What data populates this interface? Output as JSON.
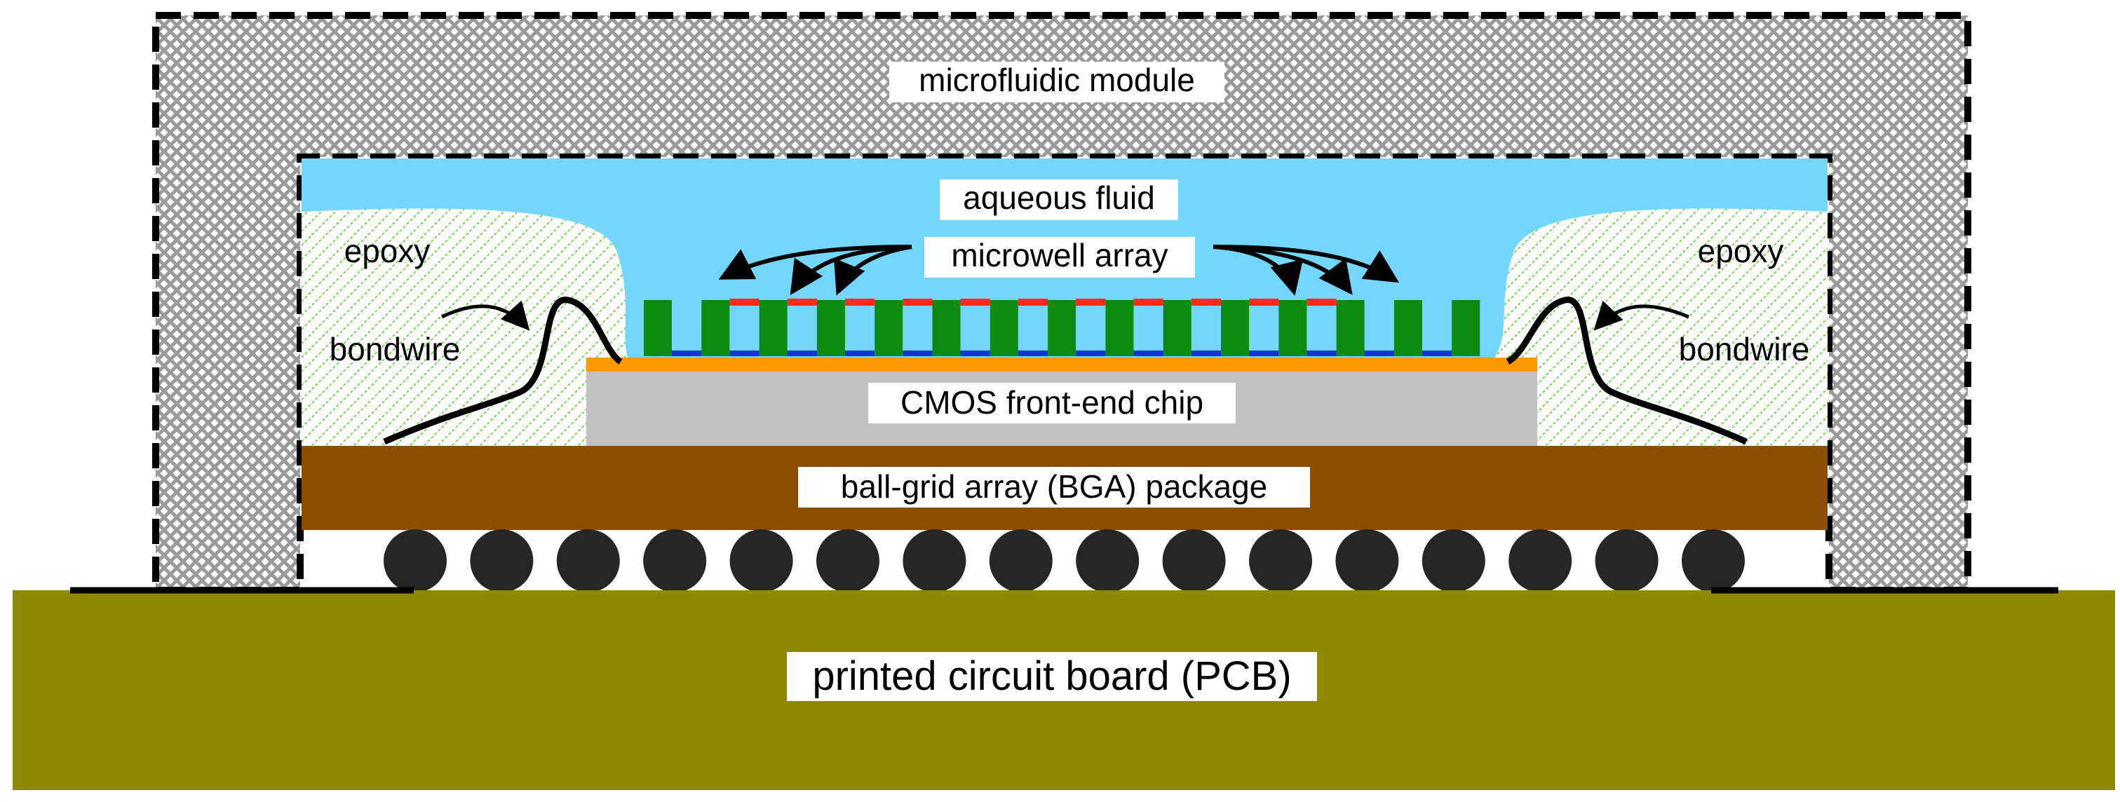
{
  "labels": {
    "microfluidic_module": "microfluidic module",
    "aqueous_fluid": "aqueous fluid",
    "microwell_array": "microwell array",
    "epoxy_left": "epoxy",
    "epoxy_right": "epoxy",
    "bondwire_left": "bondwire",
    "bondwire_right": "bondwire",
    "cmos_chip": "CMOS front-end chip",
    "bga_package": "ball-grid array (BGA) package",
    "pcb": "printed circuit board (PCB)"
  },
  "colors": {
    "module_hatch": "#9a9a9a",
    "aqueous_fluid": "#75d6fb",
    "epoxy_hatch": "#6dd84f",
    "microwell": "#0d8a10",
    "electrode_red": "#ff2a1a",
    "electrode_blue": "#1434d6",
    "chip_top_layer": "#ff9900",
    "cmos_chip": "#c2c2c2",
    "bga_package": "#8b4d00",
    "solder_ball": "#262626",
    "pcb": "#8e8a00"
  },
  "counts": {
    "microwell_pillars": 15,
    "solder_balls": 16
  }
}
